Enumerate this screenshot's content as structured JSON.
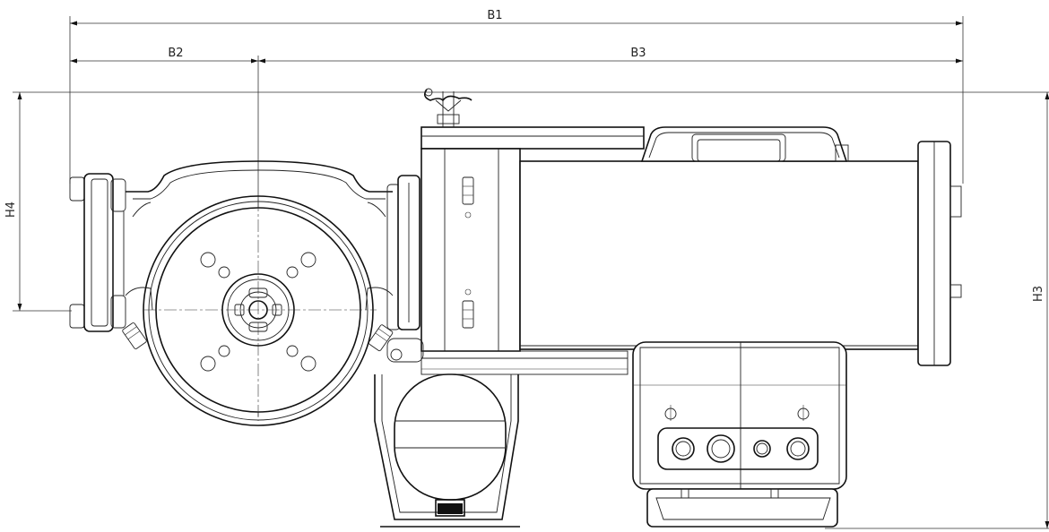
{
  "dimensions": {
    "b1": "B1",
    "b2": "B2",
    "b3": "B3",
    "h3": "H3",
    "h4": "H4"
  },
  "colors": {
    "line": "#111111",
    "background": "#ffffff"
  }
}
